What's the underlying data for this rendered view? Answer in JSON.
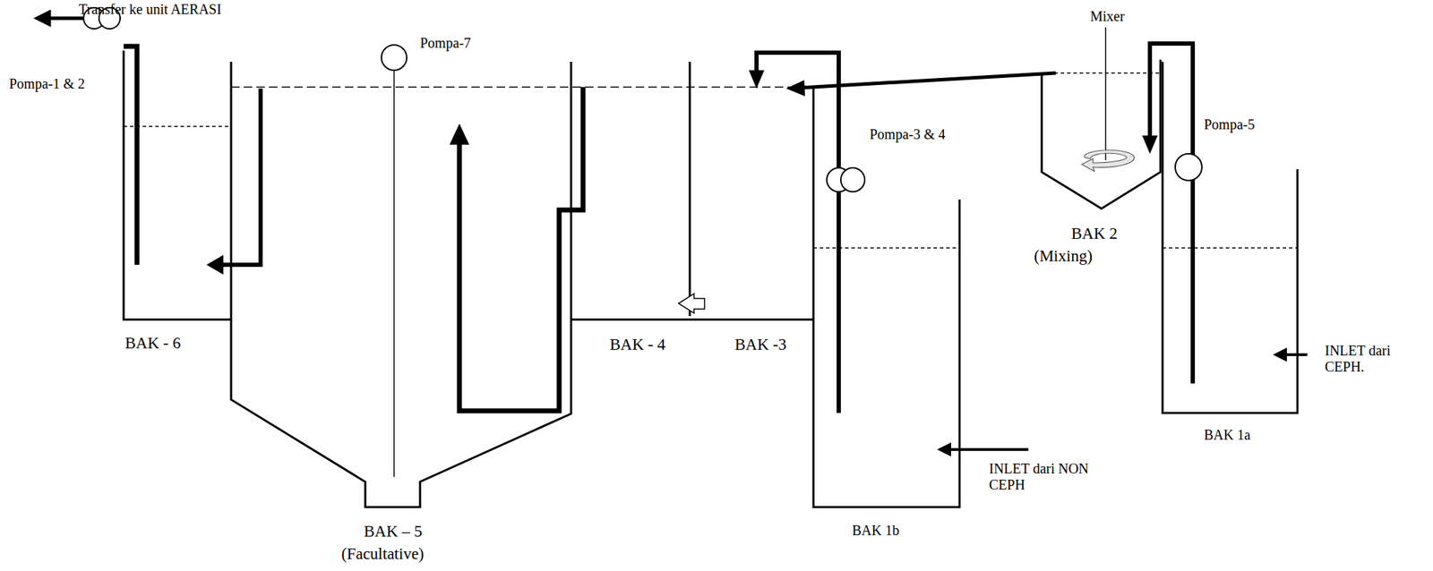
{
  "diagram": {
    "labels": [
      "Transfer ke unit AERASI",
      "Pompa-1 & 2",
      "Pompa-7",
      "Mixer",
      "Pompa-3 & 4",
      "Pompa-5",
      "BAK 2",
      "(Mixing)",
      "BAK - 6",
      "BAK - 4",
      "BAK -3",
      "INLET dari CEPH.",
      "BAK 1a",
      "INLET dari NON CEPH",
      "BAK 1b",
      "BAK – 5",
      "(Facultative)"
    ]
  }
}
